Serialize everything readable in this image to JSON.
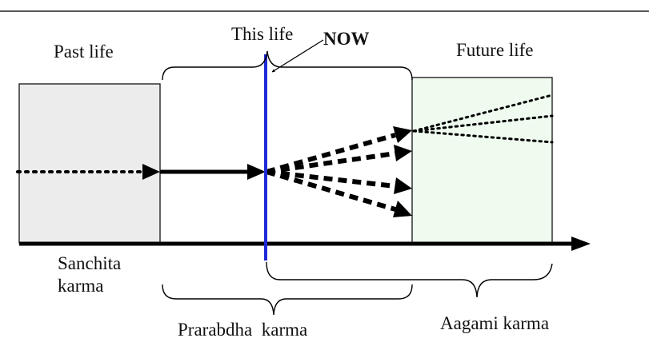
{
  "labels": {
    "past_life": "Past life",
    "this_life": "This life",
    "now": "NOW",
    "future_life": "Future life",
    "sanchita_line1": "Sanchita",
    "sanchita_line2": "karma",
    "prarabdha": "Prarabdha  karma",
    "aagami": "Aagami karma"
  },
  "colors": {
    "past_box_fill": "#ececec",
    "future_box_fill": "#effbef",
    "now_line": "#1f2bd6",
    "ink": "#000000"
  }
}
